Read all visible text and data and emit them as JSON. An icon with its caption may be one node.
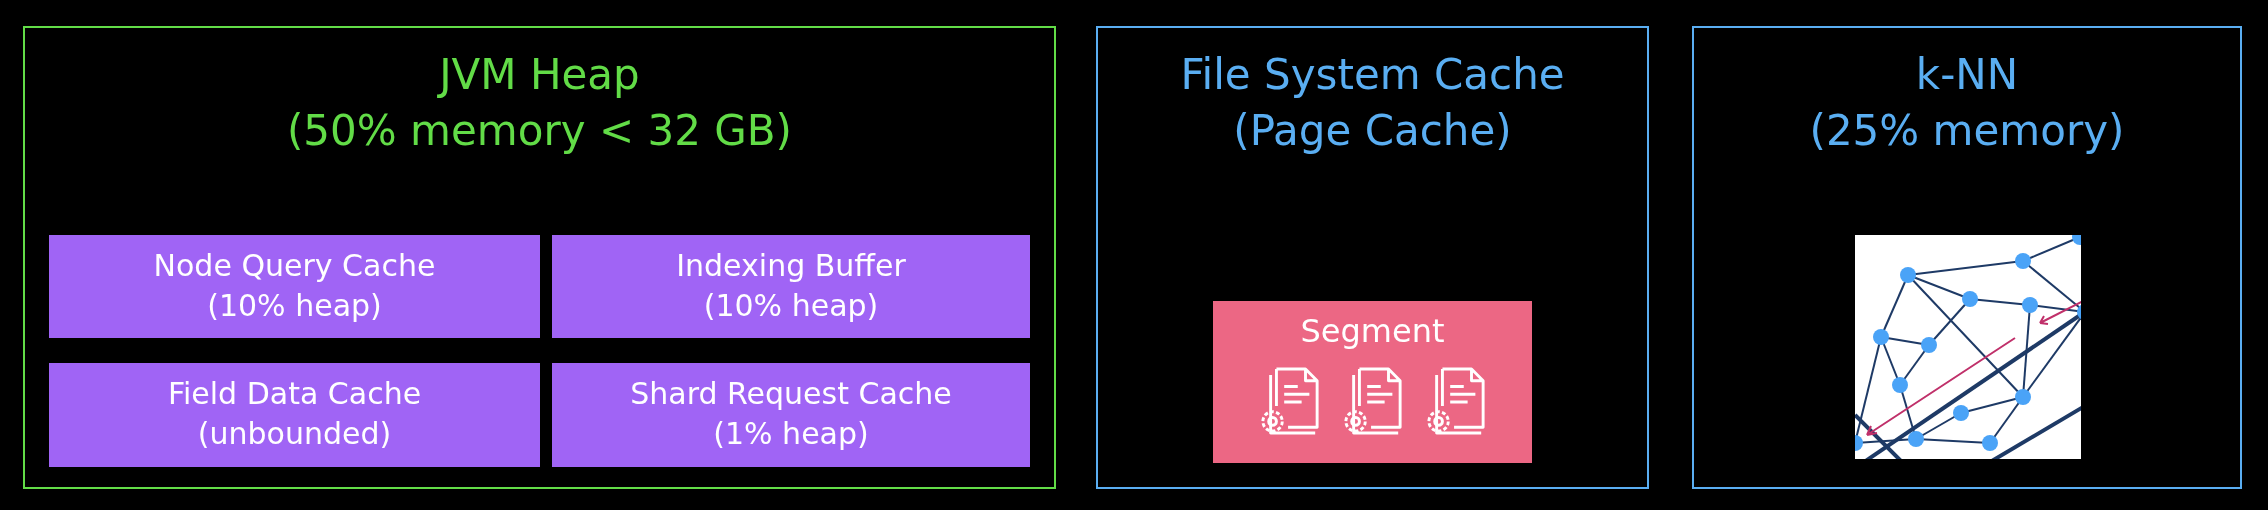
{
  "diagram": {
    "nodes": [
      {
        "text": [
          "JVM Heap",
          "(50% memory < 32 GB)"
        ]
      },
      {
        "text": [
          "Node Query Cache",
          "(10% heap)"
        ],
        "in": 0
      },
      {
        "text": [
          "Indexing Buffer",
          "(10% heap)"
        ],
        "in": 0
      },
      {
        "text": [
          "Field Data Cache",
          "(unbounded)"
        ],
        "in": 0
      },
      {
        "text": [
          "Shard Request Cache",
          "(1% heap)"
        ],
        "in": 0
      },
      {
        "text": [
          "File System Cache",
          "(Page Cache)"
        ]
      },
      {
        "text": [
          "Segment"
        ],
        "in": 5
      },
      {
        "text": [
          "k-NN",
          "(25% memory)"
        ]
      },
      {
        "text": [],
        "shape": "picture",
        "in": 7
      }
    ]
  }
}
